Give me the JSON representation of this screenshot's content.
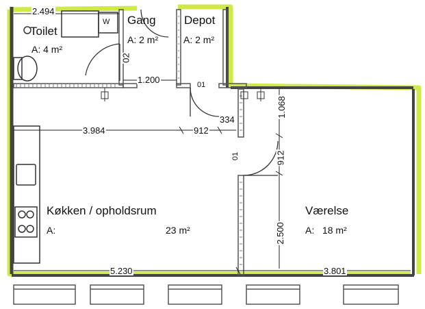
{
  "colors": {
    "highlight": "#c8e62a",
    "wall": "#444444",
    "line": "#222222",
    "paper": "#ffffff"
  },
  "rooms": {
    "toilet": {
      "name": "Toilet",
      "area_prefix": "A:",
      "area_value": "4 m²"
    },
    "gang": {
      "name": "Gang",
      "area_prefix": "A:",
      "area_value": "2 m²"
    },
    "depot": {
      "name": "Depot",
      "area_prefix": "A:",
      "area_value": "2 m²"
    },
    "kitchen": {
      "name": "Køkken / opholdsrum",
      "area_prefix": "A:",
      "area_value": "23 m²"
    },
    "bedroom": {
      "name": "Værelse",
      "area_prefix": "A:",
      "area_value": "18 m²"
    }
  },
  "dimensions": {
    "toilet_width": "2.494",
    "gang_opening": "1.200",
    "gang_door_small": "02",
    "kitchen_width_top": "3.984",
    "door_width_middle": "912",
    "small_offset": "334",
    "bedroom_door_top": "1.068",
    "bedroom_door_width": "912",
    "bedroom_depth": "2.500",
    "kitchen_width_bottom": "5.230",
    "bedroom_width_bottom": "3.801"
  },
  "fixtures": {
    "washer_symbol": "W"
  },
  "doors": {
    "depot_door": "01",
    "bedroom_door": "01"
  }
}
